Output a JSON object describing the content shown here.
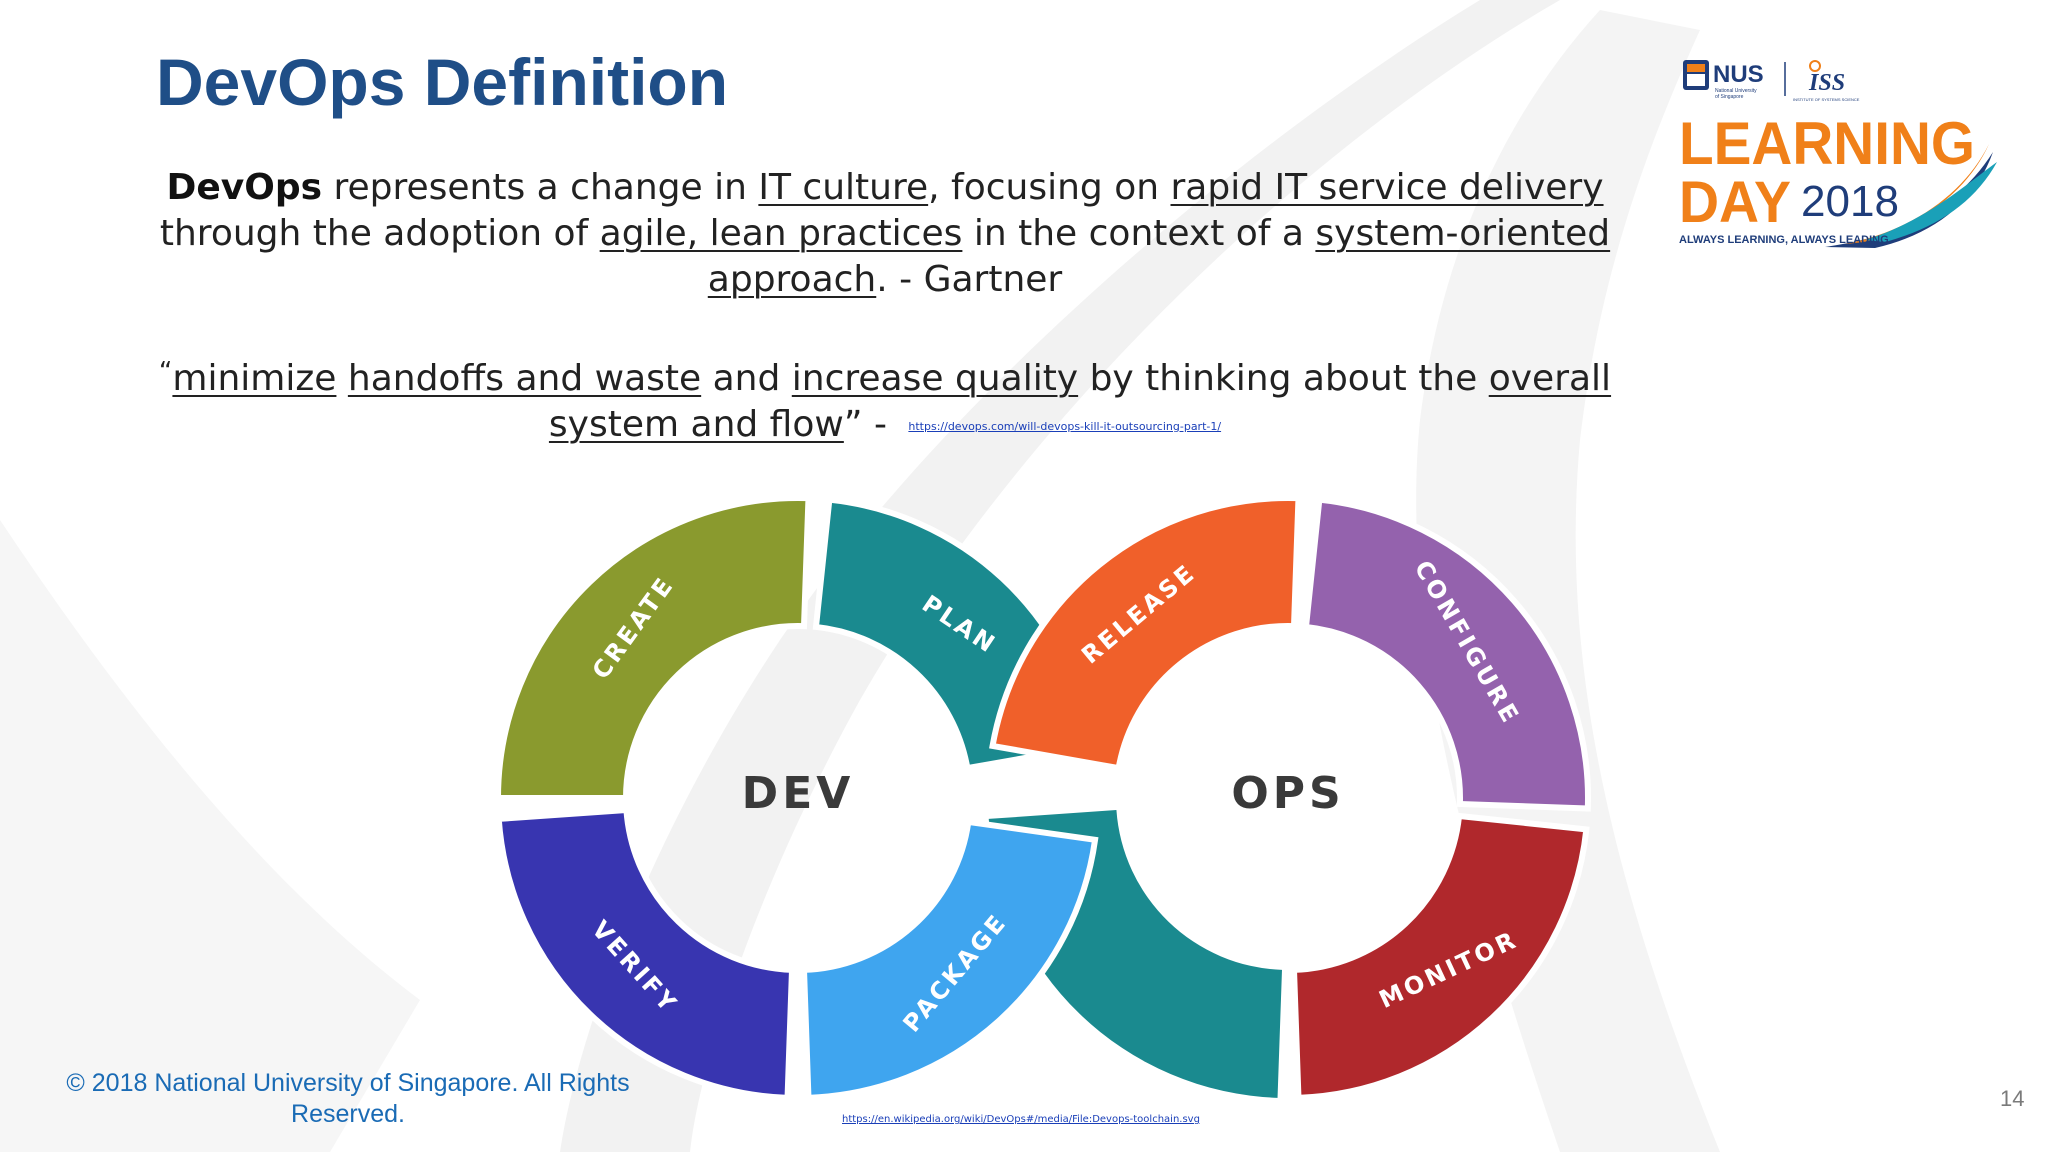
{
  "slide": {
    "title": "DevOps Definition",
    "definition": {
      "subject": "DevOps",
      "t1": " represents a change in ",
      "u1": "IT culture",
      "t2": ", focusing on ",
      "u2": "rapid IT service delivery",
      "t3": " through the adoption of ",
      "u3": "agile, lean practices",
      "t4": " in the context of a ",
      "u4": "system-oriented approach",
      "t5": ".  - Gartner"
    },
    "quote": {
      "open": "“",
      "u1": "minimize",
      "u2": "handoffs and waste",
      "t1": " and ",
      "u3": "increase quality",
      "t2": " by thinking about the ",
      "u4": "overall system and flow",
      "close": "”",
      "dash": "  -  ",
      "source_link": "https://devops.com/will-devops-kill-it-outsourcing-part-1/"
    },
    "image_credit_link": "https://en.wikipedia.org/wiki/DevOps#/media/File:Devops-toolchain.svg",
    "copyright": "© 2018 National University of Singapore. All Rights Reserved.",
    "page_number": "14"
  },
  "logo": {
    "nus": "NUS",
    "nus_sub1": "National University",
    "nus_sub2": "of Singapore",
    "iss": "ISS",
    "iss_sub": "INSTITUTE OF SYSTEMS SCIENCE",
    "line1": "LEARNING",
    "line2a": "DAY",
    "line2b": "2018",
    "tagline": "ALWAYS LEARNING, ALWAYS LEADING"
  },
  "diagram": {
    "left_center": "DEV",
    "right_center": "OPS",
    "segments": [
      {
        "label": "CREATE",
        "color": "#8a9a2e"
      },
      {
        "label": "PLAN",
        "color": "#1a8a8f"
      },
      {
        "label": "RELEASE",
        "color": "#f0602a"
      },
      {
        "label": "CONFIGURE",
        "color": "#9462ad"
      },
      {
        "label": "MONITOR",
        "color": "#b0282c"
      },
      {
        "label": "PACKAGE",
        "color": "#3fa5ef"
      },
      {
        "label": "VERIFY",
        "color": "#3835b0"
      }
    ],
    "teal_lower_color": "#1a8a8f"
  },
  "colors": {
    "title": "#1f4e87",
    "copyright": "#1a6bb5",
    "logo_orange": "#f08019",
    "logo_navy": "#1f3d7a"
  }
}
